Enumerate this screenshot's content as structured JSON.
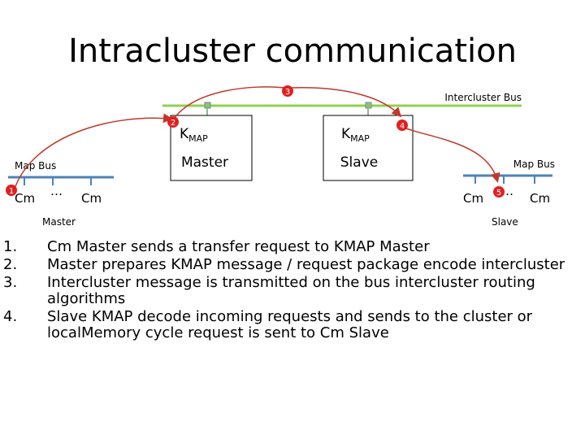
{
  "title": "Intracluster communication",
  "diagram": {
    "intercluster_bus_label": "Intercluster Bus",
    "left_map_bus_label": "Map Bus",
    "right_map_bus_label": "Map Bus",
    "kmap_master": {
      "kmap_main": "K",
      "kmap_sub": "MAP",
      "role": "Master"
    },
    "kmap_slave": {
      "kmap_main": "K",
      "kmap_sub": "MAP",
      "role": "Slave"
    },
    "left_cluster": {
      "cm_left": "Cm",
      "ellipsis": "…",
      "cm_right": "Cm",
      "caption": "Master"
    },
    "right_cluster": {
      "cm_left": "Cm",
      "ellipsis": "…",
      "cm_right": "Cm",
      "caption": "Slave"
    },
    "badges": [
      "1",
      "2",
      "3",
      "4",
      "5"
    ],
    "colors": {
      "bus": "#92d050",
      "node": "#8fbc8f",
      "map_bus": "#4f81bd",
      "arrow": "#c0392b",
      "badge": "#e02020"
    }
  },
  "steps": [
    {
      "num": "1.",
      "text": "Cm Master sends a transfer request to KMAP Master"
    },
    {
      "num": "2.",
      "text": "Master prepares KMAP message / request package encode intercluster"
    },
    {
      "num": "3.",
      "text": "Intercluster message is transmitted on the bus intercluster routing algorithms"
    },
    {
      "num": "4.",
      "text": "Slave KMAP decode incoming requests and sends to the cluster or localMemory cycle request is sent to Cm Slave"
    }
  ]
}
